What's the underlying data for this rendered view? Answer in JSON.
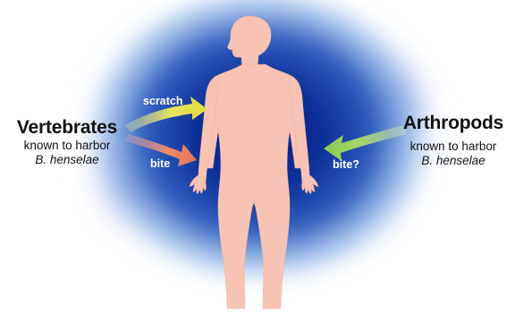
{
  "left_group": {
    "title": "Vertebrates",
    "line1": "known to harbor",
    "species": "B. henselae"
  },
  "right_group": {
    "title": "Arthropods",
    "line1": "known to harbor",
    "species": "B. henselae"
  },
  "arrows": {
    "scratch": "scratch",
    "bite": "bite",
    "bite_question": "bite?"
  },
  "colors": {
    "glow_center": "#0a2a8a",
    "glow_edge": "#6fa0e0",
    "body": "#f7c3b5",
    "scratch_arrow": "#e2e15a",
    "bite_arrow": "#ec8a6a",
    "arthropod_arrow": "#9fd165"
  }
}
